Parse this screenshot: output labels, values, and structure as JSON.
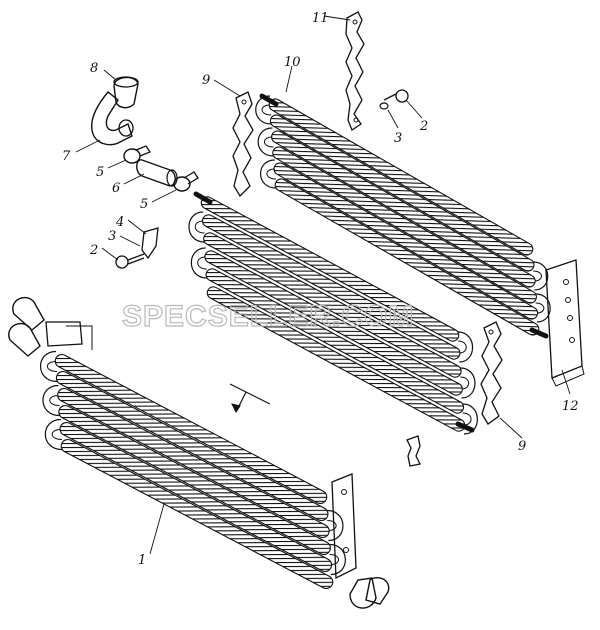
{
  "watermark": "SPECSELLER.COM",
  "callouts": [
    {
      "id": "c8",
      "text": "8"
    },
    {
      "id": "c7",
      "text": "7"
    },
    {
      "id": "c5a",
      "text": "5"
    },
    {
      "id": "c6",
      "text": "6"
    },
    {
      "id": "c5b",
      "text": "5"
    },
    {
      "id": "c4",
      "text": "4"
    },
    {
      "id": "c3a",
      "text": "3"
    },
    {
      "id": "c2a",
      "text": "2"
    },
    {
      "id": "c9a",
      "text": "9"
    },
    {
      "id": "c10",
      "text": "10"
    },
    {
      "id": "c11",
      "text": "11"
    },
    {
      "id": "c2b",
      "text": "2"
    },
    {
      "id": "c3b",
      "text": "3"
    },
    {
      "id": "c12",
      "text": "12"
    },
    {
      "id": "c9b",
      "text": "9"
    },
    {
      "id": "c1",
      "text": "1"
    }
  ]
}
